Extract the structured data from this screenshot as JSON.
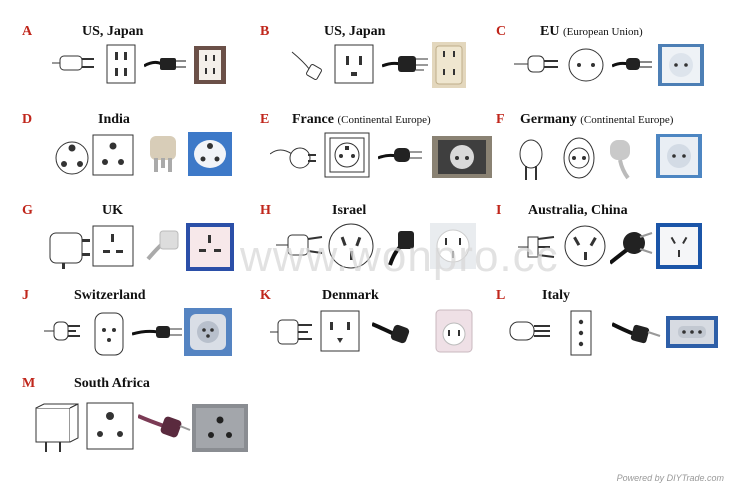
{
  "rows": [
    {
      "letter": "A",
      "name": "US, Japan",
      "sub": ""
    },
    {
      "letter": "B",
      "name": "US, Japan",
      "sub": ""
    },
    {
      "letter": "C",
      "name": "EU",
      "sub": "(European Union)"
    },
    {
      "letter": "D",
      "name": "India",
      "sub": ""
    },
    {
      "letter": "E",
      "name": "France",
      "sub": "(Continental Europe)"
    },
    {
      "letter": "F",
      "name": "Germany",
      "sub": "(Continental Europe)"
    },
    {
      "letter": "G",
      "name": "UK",
      "sub": ""
    },
    {
      "letter": "H",
      "name": "Israel",
      "sub": ""
    },
    {
      "letter": "I",
      "name": "Australia, China",
      "sub": ""
    },
    {
      "letter": "J",
      "name": "Switzerland",
      "sub": ""
    },
    {
      "letter": "K",
      "name": "Denmark",
      "sub": ""
    },
    {
      "letter": "L",
      "name": "Italy",
      "sub": ""
    },
    {
      "letter": "M",
      "name": "South Africa",
      "sub": ""
    }
  ],
  "watermark": "www.wonpro.cc",
  "footer": "Powered by DIYTrade.com"
}
